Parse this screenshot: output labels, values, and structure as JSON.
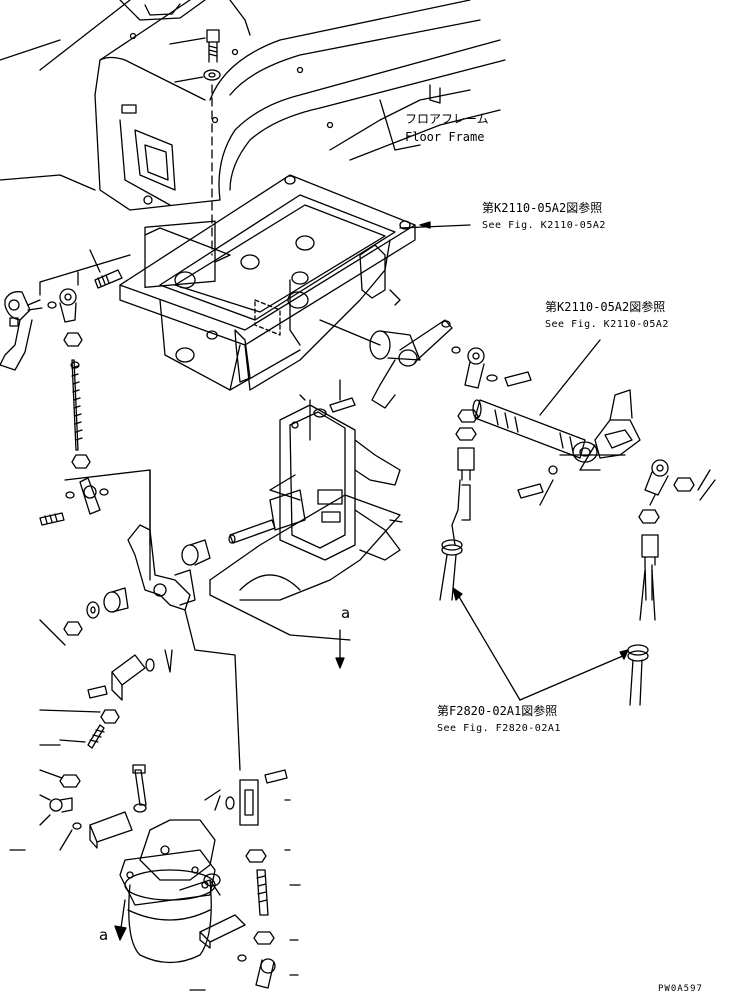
{
  "labels": {
    "floor_frame_jp": "フロアフレーム",
    "floor_frame_en": "Floor Frame",
    "ref1_jp": "第K2110-05A2図参照",
    "ref1_en": "See Fig. K2110-05A2",
    "ref2_jp": "第K2110-05A2図参照",
    "ref2_en": "See Fig. K2110-05A2",
    "ref3_jp": "第F2820-02A1図参照",
    "ref3_en": "See Fig. F2820-02A1",
    "view_a_top": "a",
    "view_a_bottom": "a",
    "drawing_code": "PW0A597"
  }
}
